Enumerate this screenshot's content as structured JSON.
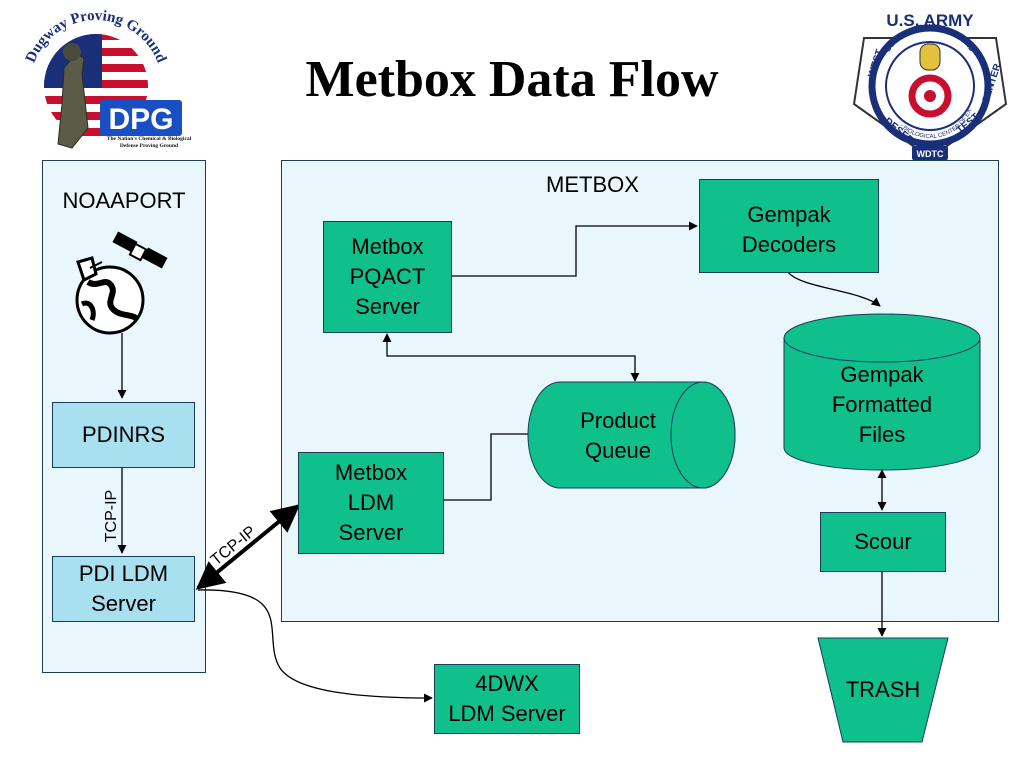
{
  "title": "Metbox Data Flow",
  "logos": {
    "left": {
      "arc_text": "Dugway Proving Ground",
      "abbr": "DPG",
      "tagline": "The Nation's Chemical & Biological Defense Proving Ground"
    },
    "right": {
      "top_text": "U.S. ARMY",
      "inner_text": "DUGWAY PROVING GROUND",
      "ring_text": "CHEMICAL - BIOLOGICAL CENTER OF EXCELLENCE",
      "west": "WEST",
      "desert": "DESERT",
      "test": "TEST",
      "center": "CENTER",
      "badge": "WDTC"
    }
  },
  "diagram": {
    "noaaport": {
      "label": "NOAAPORT",
      "pdinrs": "PDINRS",
      "pdi_ldm_line1": "PDI LDM",
      "pdi_ldm_line2": "Server",
      "tcp_vertical": "TCP-IP"
    },
    "tcp_diagonal": "TCP-IP",
    "metbox": {
      "label": "METBOX",
      "pqact_line1": "Metbox",
      "pqact_line2": "PQACT",
      "pqact_line3": "Server",
      "decoders_line1": "Gempak",
      "decoders_line2": "Decoders",
      "files_line1": "Gempak",
      "files_line2": "Formatted",
      "files_line3": "Files",
      "queue_line1": "Product",
      "queue_line2": "Queue",
      "ldm_line1": "Metbox",
      "ldm_line2": "LDM",
      "ldm_line3": "Server",
      "scour": "Scour"
    },
    "fourdwx_line1": "4DWX",
    "fourdwx_line2": "LDM Server",
    "trash": "TRASH"
  }
}
